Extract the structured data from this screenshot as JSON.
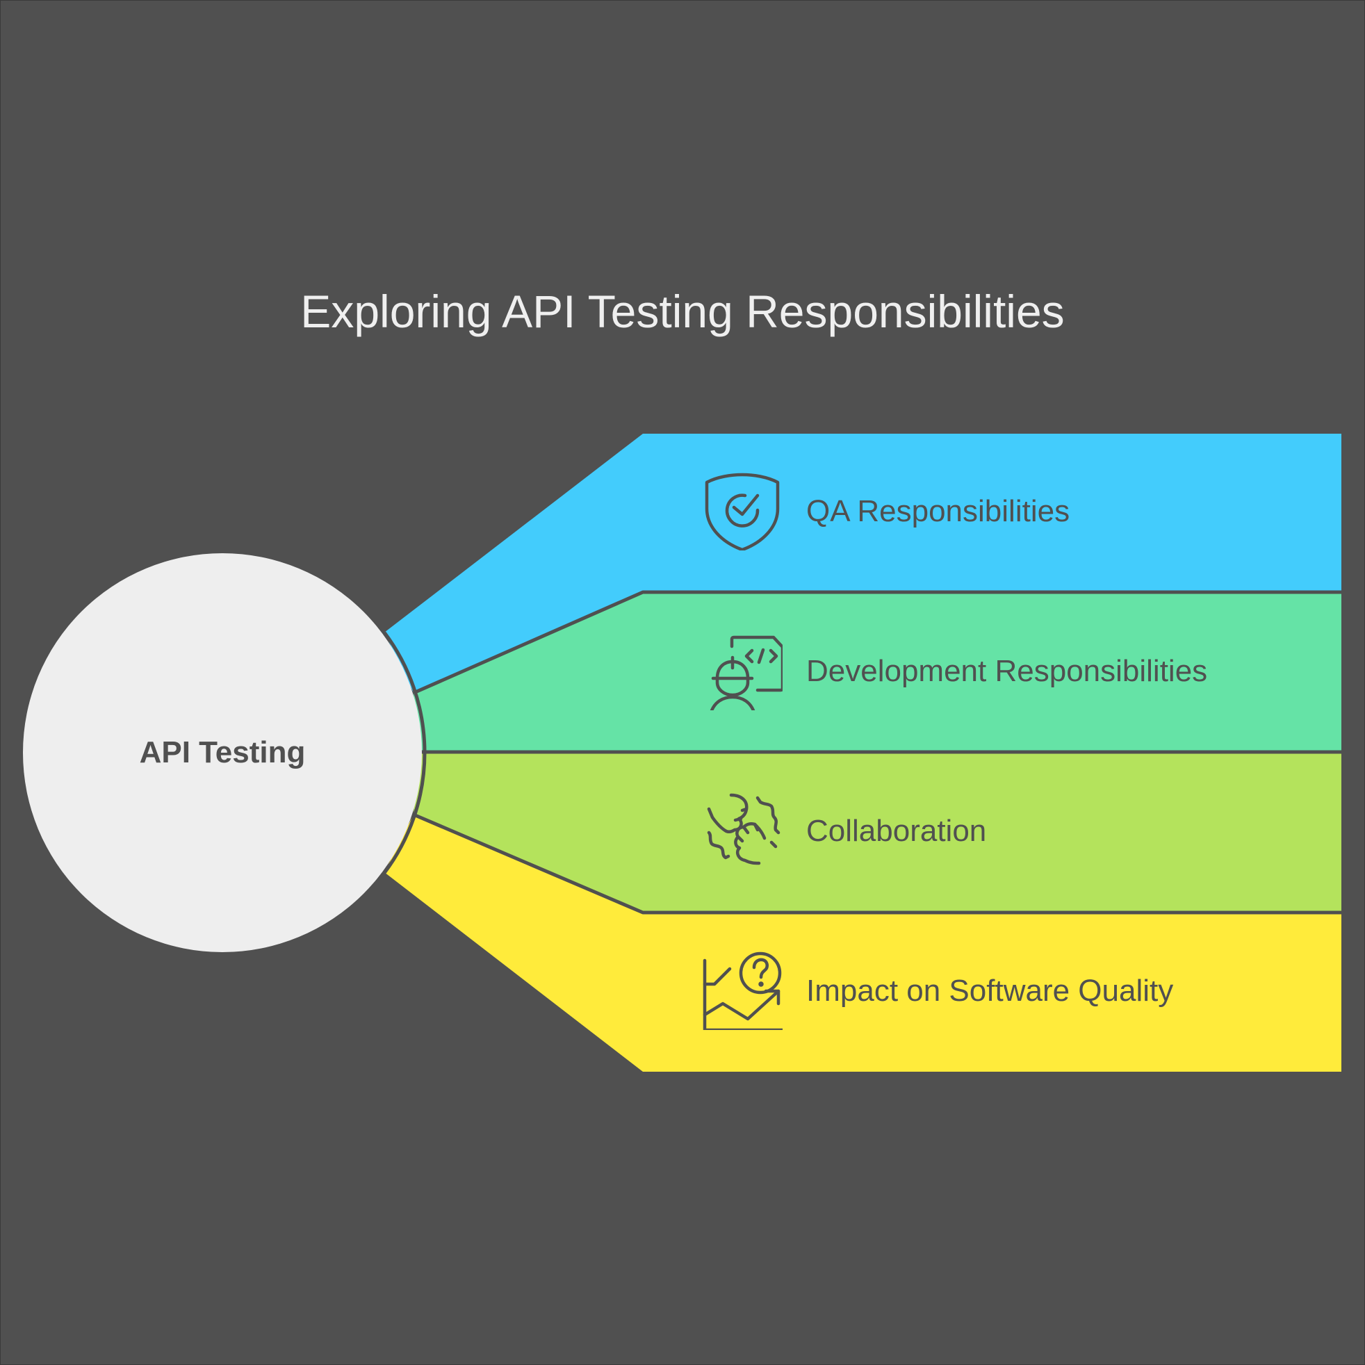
{
  "title": "Exploring API Testing Responsibilities",
  "hub": {
    "label": "API Testing",
    "color": "#eeeeee"
  },
  "branches": [
    {
      "label": "QA Responsibilities",
      "icon": "shield-check-icon",
      "color": "#43ccfc"
    },
    {
      "label": "Development Responsibilities",
      "icon": "developer-code-icon",
      "color": "#65e3a6"
    },
    {
      "label": "Collaboration",
      "icon": "handshake-hands-icon",
      "color": "#b4e35c"
    },
    {
      "label": "Impact on Software Quality",
      "icon": "chart-question-icon",
      "color": "#ffeb3b"
    }
  ],
  "colors": {
    "background": "#505050",
    "stroke": "#505050",
    "title_text": "#efefef",
    "label_text": "#505050"
  }
}
